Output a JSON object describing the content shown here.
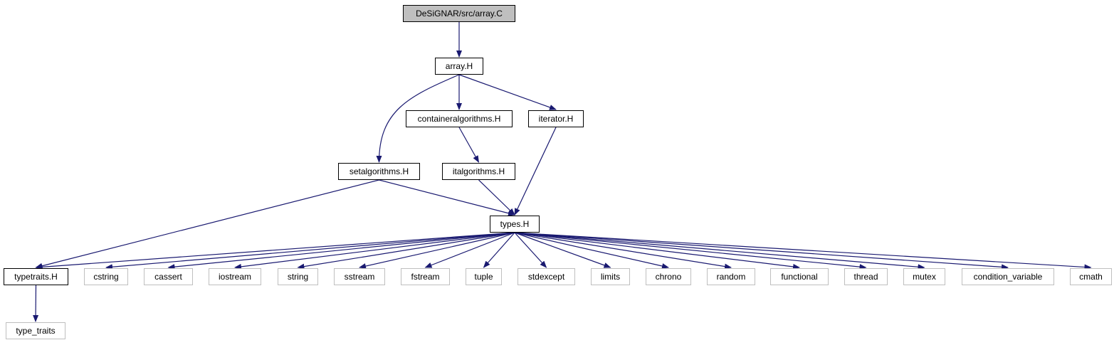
{
  "diagram": {
    "edge_color": "#191970",
    "nodes": {
      "array_c": {
        "label": "DeSiGNAR/src/array.C",
        "kind": "root"
      },
      "array_h": {
        "label": "array.H",
        "kind": "local"
      },
      "containeralgorithms_h": {
        "label": "containeralgorithms.H",
        "kind": "local"
      },
      "iterator_h": {
        "label": "iterator.H",
        "kind": "local"
      },
      "setalgorithms_h": {
        "label": "setalgorithms.H",
        "kind": "local"
      },
      "italgorithms_h": {
        "label": "italgorithms.H",
        "kind": "local"
      },
      "types_h": {
        "label": "types.H",
        "kind": "local"
      },
      "typetraits_h": {
        "label": "typetraits.H",
        "kind": "local"
      },
      "cstring": {
        "label": "cstring",
        "kind": "system"
      },
      "cassert": {
        "label": "cassert",
        "kind": "system"
      },
      "iostream": {
        "label": "iostream",
        "kind": "system"
      },
      "string": {
        "label": "string",
        "kind": "system"
      },
      "sstream": {
        "label": "sstream",
        "kind": "system"
      },
      "fstream": {
        "label": "fstream",
        "kind": "system"
      },
      "tuple": {
        "label": "tuple",
        "kind": "system"
      },
      "stdexcept": {
        "label": "stdexcept",
        "kind": "system"
      },
      "limits": {
        "label": "limits",
        "kind": "system"
      },
      "chrono": {
        "label": "chrono",
        "kind": "system"
      },
      "random": {
        "label": "random",
        "kind": "system"
      },
      "functional": {
        "label": "functional",
        "kind": "system"
      },
      "thread": {
        "label": "thread",
        "kind": "system"
      },
      "mutex": {
        "label": "mutex",
        "kind": "system"
      },
      "condition_variable": {
        "label": "condition_variable",
        "kind": "system"
      },
      "cmath": {
        "label": "cmath",
        "kind": "system"
      },
      "type_traits": {
        "label": "type_traits",
        "kind": "system"
      }
    },
    "edges": [
      [
        "array_c",
        "array_h"
      ],
      [
        "array_h",
        "setalgorithms_h"
      ],
      [
        "array_h",
        "containeralgorithms_h"
      ],
      [
        "array_h",
        "iterator_h"
      ],
      [
        "containeralgorithms_h",
        "italgorithms_h"
      ],
      [
        "iterator_h",
        "types_h"
      ],
      [
        "italgorithms_h",
        "types_h"
      ],
      [
        "setalgorithms_h",
        "types_h"
      ],
      [
        "setalgorithms_h",
        "typetraits_h"
      ],
      [
        "types_h",
        "typetraits_h"
      ],
      [
        "types_h",
        "cstring"
      ],
      [
        "types_h",
        "cassert"
      ],
      [
        "types_h",
        "iostream"
      ],
      [
        "types_h",
        "string"
      ],
      [
        "types_h",
        "sstream"
      ],
      [
        "types_h",
        "fstream"
      ],
      [
        "types_h",
        "tuple"
      ],
      [
        "types_h",
        "stdexcept"
      ],
      [
        "types_h",
        "limits"
      ],
      [
        "types_h",
        "chrono"
      ],
      [
        "types_h",
        "random"
      ],
      [
        "types_h",
        "functional"
      ],
      [
        "types_h",
        "thread"
      ],
      [
        "types_h",
        "mutex"
      ],
      [
        "types_h",
        "condition_variable"
      ],
      [
        "types_h",
        "cmath"
      ],
      [
        "typetraits_h",
        "type_traits"
      ]
    ]
  }
}
